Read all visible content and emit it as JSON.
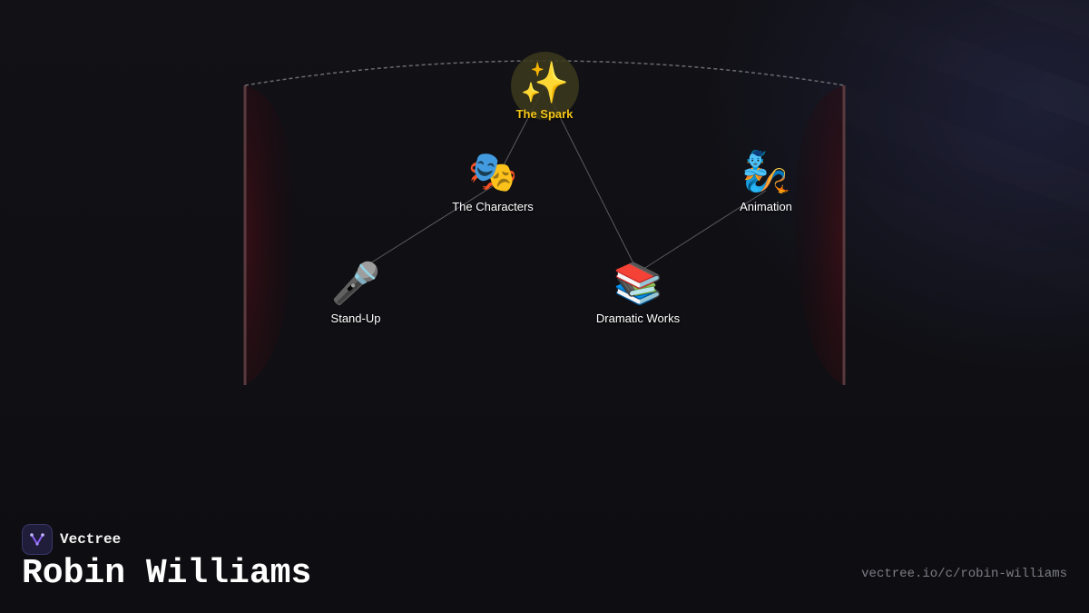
{
  "diagram": {
    "root": {
      "emoji": "✨",
      "emoji_name": "sparkles-icon",
      "label": "The Spark"
    },
    "nodes": [
      {
        "id": "characters",
        "emoji": "🎭",
        "emoji_name": "theater-masks-icon",
        "label": "The Characters",
        "parent": "root"
      },
      {
        "id": "animation",
        "emoji": "🧞",
        "emoji_name": "genie-icon",
        "label": "Animation",
        "parent": "dramatic"
      },
      {
        "id": "standup",
        "emoji": "🎤",
        "emoji_name": "microphone-icon",
        "label": "Stand-Up",
        "parent": "characters"
      },
      {
        "id": "dramatic",
        "emoji": "📚",
        "emoji_name": "books-icon",
        "label": "Dramatic Works",
        "parent": "root"
      }
    ]
  },
  "brand": {
    "name": "Vectree",
    "logo": "vectree-logo-icon",
    "accent": "#8b5cf6"
  },
  "person": {
    "name": "Robin Williams"
  },
  "footer": {
    "url": "vectree.io/c/robin-williams"
  },
  "colors": {
    "background": "#0f0f13",
    "root_label": "#f5c518",
    "curtain": "#3a0f14",
    "link": "#5a5a60"
  }
}
